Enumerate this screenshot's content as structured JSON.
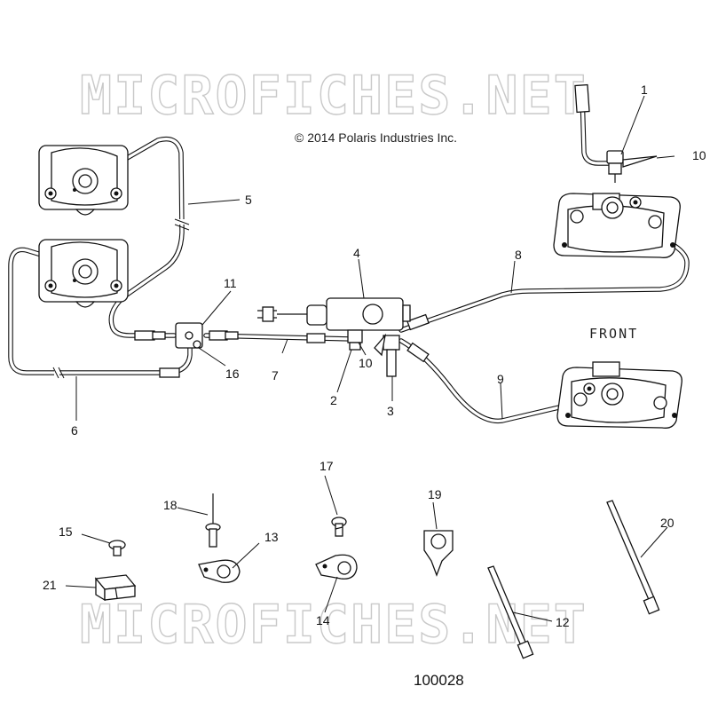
{
  "watermark": "MICROFICHES.NET",
  "copyright": "© 2014 Polaris Industries Inc.",
  "front_label": "FRONT",
  "figure_number": "100028",
  "callouts": {
    "c1": "1",
    "c2": "2",
    "c3": "3",
    "c4": "4",
    "c5": "5",
    "c6": "6",
    "c7": "7",
    "c8": "8",
    "c9": "9",
    "c10a": "10",
    "c10b": "10",
    "c11": "11",
    "c12": "12",
    "c13": "13",
    "c14": "14",
    "c15": "15",
    "c16": "16",
    "c17": "17",
    "c18": "18",
    "c19": "19",
    "c20": "20",
    "c21": "21"
  }
}
